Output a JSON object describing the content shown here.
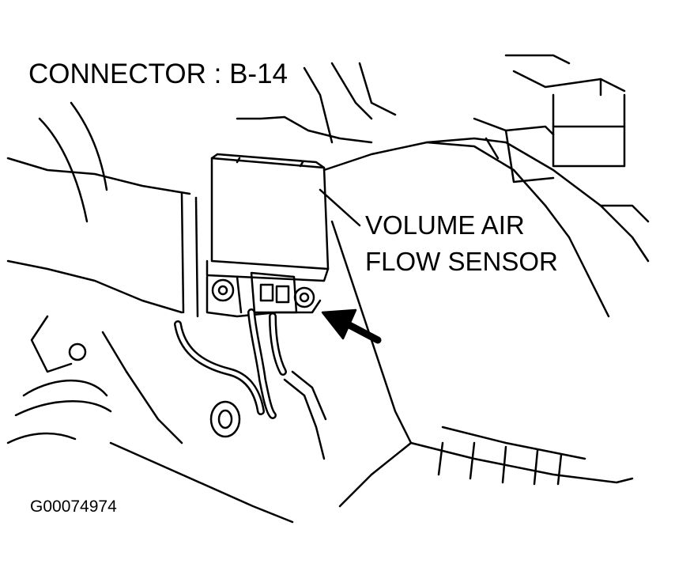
{
  "diagram": {
    "title": "CONNECTOR : B-14",
    "callout": {
      "line1": "VOLUME AIR",
      "line2": "FLOW SENSOR"
    },
    "figure_id": "G00074974"
  },
  "colors": {
    "ink": "#000000",
    "paper": "#ffffff"
  }
}
